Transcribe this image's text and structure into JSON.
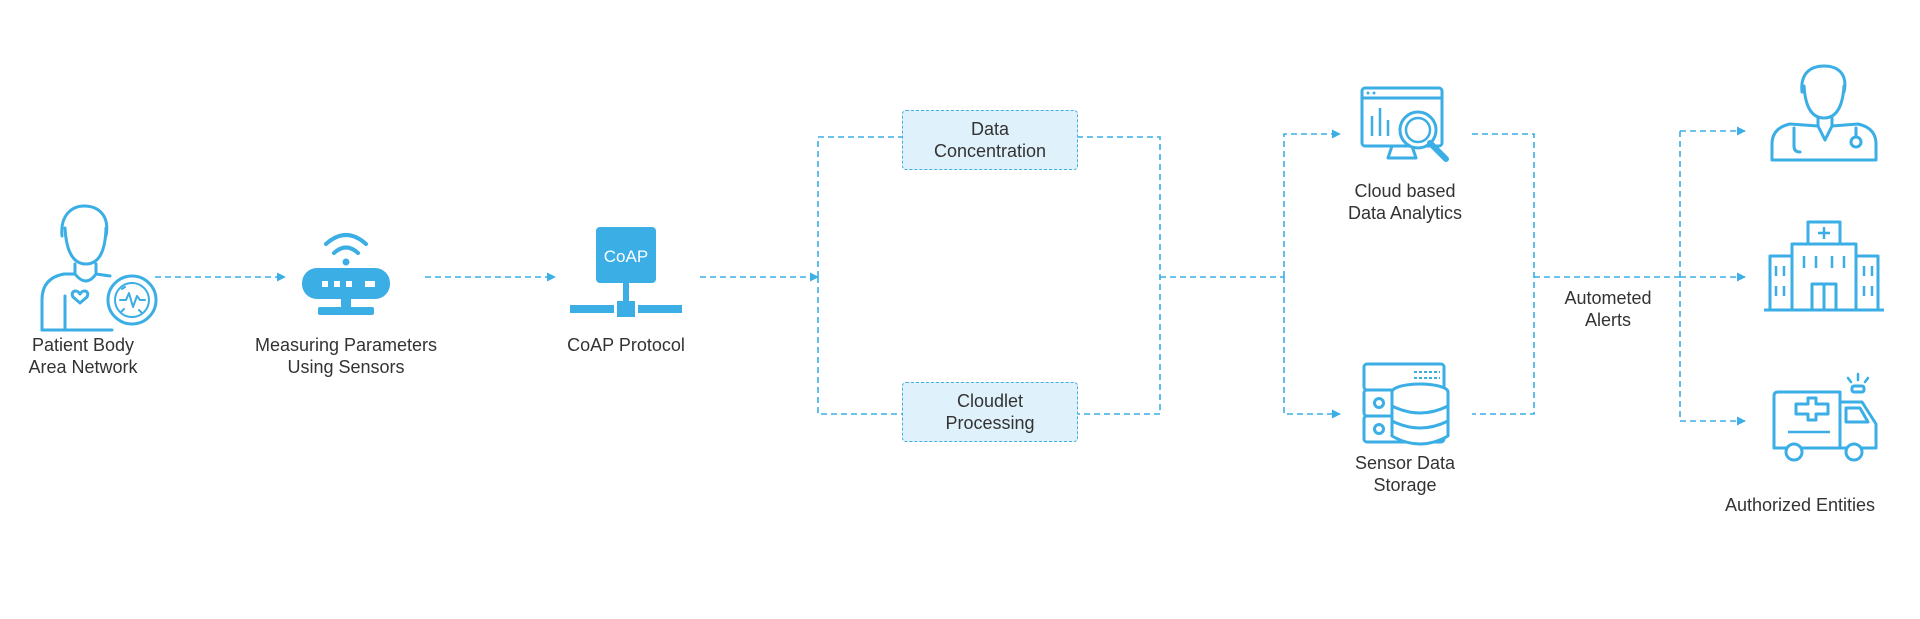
{
  "colors": {
    "accent": "#3aaee5",
    "box_fill": "#dff1fb",
    "text": "#333333"
  },
  "nodes": {
    "patient": {
      "line1": "Patient Body",
      "line2": "Area Network",
      "icon": "patient-icon"
    },
    "sensors": {
      "line1": "Measuring Parameters",
      "line2": "Using Sensors",
      "icon": "router-icon"
    },
    "coap": {
      "icon_text": "CoAP",
      "label": "CoAP Protocol",
      "icon": "network-icon"
    },
    "concentration": {
      "line1": "Data",
      "line2": "Concentration"
    },
    "cloudlet": {
      "line1": "Cloudlet",
      "line2": "Processing"
    },
    "analytics": {
      "line1": "Cloud based",
      "line2": "Data Analytics",
      "icon": "analytics-monitor-icon"
    },
    "storage": {
      "line1": "Sensor Data",
      "line2": "Storage",
      "icon": "database-server-icon"
    },
    "alerts": {
      "line1": "Autometed",
      "line2": "Alerts"
    },
    "entities": {
      "label": "Authorized Entities",
      "icons": [
        "doctor-icon",
        "hospital-icon",
        "ambulance-icon"
      ]
    }
  }
}
